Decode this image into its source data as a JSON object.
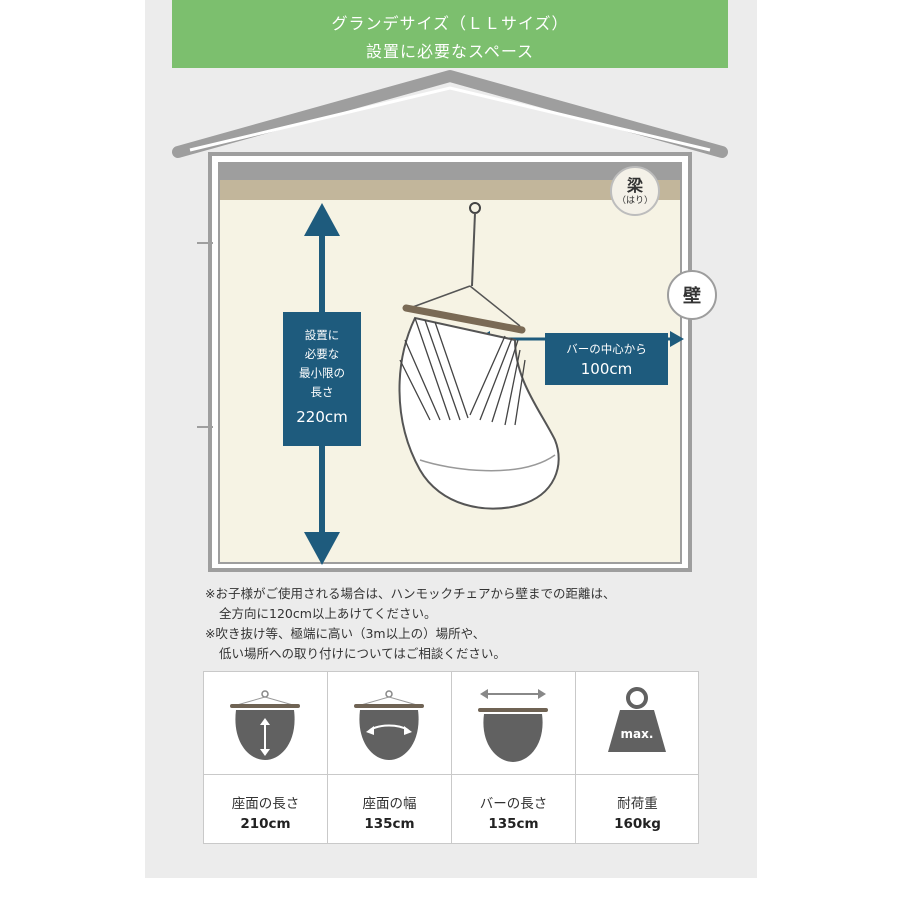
{
  "header": {
    "line1": "グランデサイズ（ＬＬサイズ）",
    "line2": "設置に必要なスペース"
  },
  "diagram": {
    "beam_label": "梁",
    "beam_reading": "（はり）",
    "wall_label": "壁",
    "height_label_lines": [
      "設置に",
      "必要な",
      "最小限の",
      "長さ"
    ],
    "height_value": "220cm",
    "distance_label": "バーの中心から",
    "distance_value": "100cm"
  },
  "notes": {
    "note1_line1": "※お子様がご使用される場合は、ハンモックチェアから壁までの距離は、",
    "note1_line2": "全方向に120cm以上あけてください。",
    "note2_line1": "※吹き抜け等、極端に高い（3m以上の）場所や、",
    "note2_line2": "低い場所への取り付けについてはご相談ください。"
  },
  "specs": [
    {
      "label": "座面の長さ",
      "value": "210cm",
      "icon": "seat-length-icon"
    },
    {
      "label": "座面の幅",
      "value": "135cm",
      "icon": "seat-width-icon"
    },
    {
      "label": "バーの長さ",
      "value": "135cm",
      "icon": "bar-length-icon"
    },
    {
      "label": "耐荷重",
      "value": "160kg",
      "icon": "weight-max-icon",
      "icon_text": "max."
    }
  ],
  "colors": {
    "banner": "#7cbf6e",
    "arrow": "#1e5b7d",
    "room": "#f6f3e4",
    "beam": "#c2b69b"
  }
}
